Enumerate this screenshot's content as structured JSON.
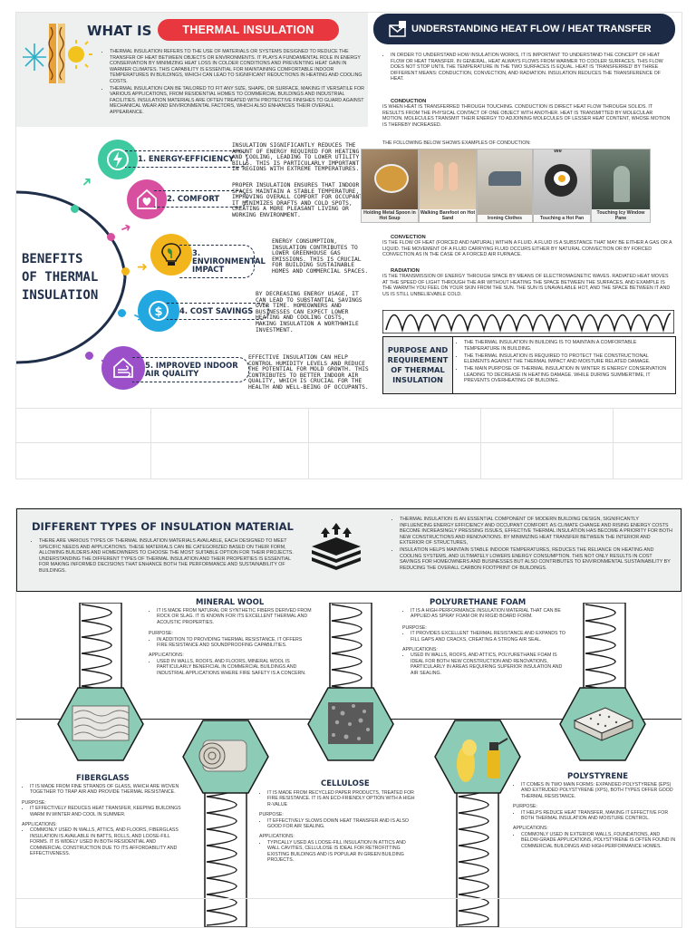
{
  "what": {
    "title_prefix": "WHAT IS",
    "title_pill": "THERMAL INSULATION",
    "para1": "THERMAL INSULATION REFERS TO THE USE OF MATERIALS OR SYSTEMS DESIGNED TO REDUCE THE TRANSFER OF HEAT BETWEEN OBJECTS OR ENVIRONMENTS. IT PLAYS A FUNDAMENTAL ROLE IN ENERGY CONSERVATION BY MINIMIZING HEAT LOSS IN COLDER CONDITIONS AND PREVENTING HEAT GAIN IN WARMER CLIMATES. THIS CAPABILITY IS ESSENTIAL FOR MAINTAINING COMFORTABLE INDOOR TEMPERATURES IN BUILDINGS, WHICH CAN LEAD TO SIGNIFICANT REDUCTIONS IN HEATING AND COOLING COSTS.",
    "para2": "THERMAL INSULATION CAN BE TAILORED TO FIT ANY SIZE, SHAPE, OR SURFACE, MAKING IT VERSATILE FOR VARIOUS APPLICATIONS, FROM RESIDENTIAL HOMES TO COMMERCIAL BUILDINGS AND INDUSTRIAL FACILITIES. INSULATION MATERIALS ARE OFTEN TREATED WITH PROTECTIVE FINISHES TO GUARD AGAINST MECHANICAL WEAR AND ENVIRONMENTAL FACTORS, WHICH ALSO ENHANCES THEIR OVERALL APPEARANCE."
  },
  "benefits": {
    "hub_title": "BENEFITS OF THERMAL INSULATION",
    "items": [
      {
        "label": "1. ENERGY-EFFICIENCY",
        "desc": "INSULATION SIGNIFICANTLY REDUCES THE AMOUNT OF ENERGY REQUIRED FOR HEATING AND COOLING, LEADING TO LOWER UTILITY BILLS. THIS IS PARTICULARLY IMPORTANT IN REGIONS WITH EXTREME TEMPERATURES.",
        "color": "#3ec9a0"
      },
      {
        "label": "2. COMFORT",
        "desc": "PROPER INSULATION ENSURES THAT INDOOR SPACES MAINTAIN A STABLE TEMPERATURE, IMPROVING OVERALL COMFORT FOR OCCUPANTS. IT MINIMIZES DRAFTS AND COLD SPOTS, CREATING A MORE PLEASANT LIVING OR WORKING ENVIRONMENT.",
        "color": "#d94fa0"
      },
      {
        "label": "3. ENVIRONMENTAL IMPACT",
        "desc": "ENERGY CONSUMPTION, INSULATION CONTRIBUTES TO LOWER GREENHOUSE GAS EMISSIONS. THIS IS CRUCIAL FOR BUILDING SUSTAINABLE HOMES AND COMMERCIAL SPACES.",
        "color": "#f2b61c"
      },
      {
        "label": "4. COST SAVINGS",
        "desc": "BY DECREASING ENERGY USAGE, IT CAN LEAD TO SUBSTANTIAL SAVINGS OVER TIME. HOMEOWNERS AND BUSINESSES CAN EXPECT LOWER HEATING AND COOLING COSTS, MAKING INSULATION A WORTHWHILE INVESTMENT.",
        "color": "#22a7e0"
      },
      {
        "label": "5. IMPROVED INDOOR AIR QUALITY",
        "desc": "EFFECTIVE INSULATION CAN HELP CONTROL HUMIDITY LEVELS AND REDUCE THE POTENTIAL FOR MOLD GROWTH. THIS CONTRIBUTES TO BETTER INDOOR AIR QUALITY, WHICH IS CRUCIAL FOR THE HEALTH AND WELL-BEING OF OCCUPANTS.",
        "color": "#9b4fc8"
      }
    ]
  },
  "heatflow": {
    "title": "UNDERSTANDING  HEAT FLOW /  HEAT TRANSFER",
    "intro": "IN ORDER TO UNDERSTAND HOW INSULATION WORKS, IT IS IMPORTANT TO UNDERSTAND THE CONCEPT OF HEAT FLOW OR HEAT TRANSFER. IN GENERAL, HEAT ALWAYS FLOWS FROM WARMER TO COOLER SURFACES. THIS FLOW DOES NOT STOP UNTIL THE TEMPERATURE IN THE TWO SURFACES IS EQUAL. HEAT IS 'TRANSFERRED' BY THREE DIFFERENT MEANS: CONDUCTION, CONVECTION, AND RADIATION. INSULATION REDUCES THE TRANSFERENCE OF HEAT.",
    "conduction_h": "CONDUCTION",
    "conduction": "IS WHEN HEAT IS TRANSFERRED THROUGH TOUCHING. CONDUCTION IS DIRECT HEAT FLOW THROUGH SOLIDS. IT RESULTS FROM THE PHYSICAL CONTACT OF ONE OBJECT WITH ANOTHER. HEAT IS TRANSMITTED BY MOLECULAR MOTION. MOLECULES TRANSMIT THEIR ENERGY TO ADJOINING MOLECULES OF LESSER HEAT CONTENT, WHOSE MOTION IS THEREBY INCREASED.",
    "examples_h": "THE FOLLOWING BELOW SHOWS EXAMPLES OF CONDUCTION:",
    "examples": [
      "Holding Metal Spoon in Hot Soup",
      "Walking Barefoot on Hot Sand",
      "Ironing Clothes",
      "Touching a Hot Pan",
      "Touching Icy Window Pane"
    ],
    "example_overlay": "We",
    "convection_h": "CONVECTION",
    "convection": "IS THE FLOW OF HEAT (FORCED AND NATURAL) WITHIN A FLUID. A FLUID IS A SUBSTANCE THAT MAY BE EITHER A GAS OR A LIQUID. THE MOVEMENT OF A FLUID CARRYING FLUID OCCURS EITHER BY NATURAL CONVECTION OR BY FORCED CONVECTION AS IN THE CASE OF A FORCED AIR FURNACE.",
    "radiation_h": "RADIATION",
    "radiation": "IS THE TRANSMISSION OF ENERGY THROUGH SPACE BY MEANS OF ELECTROMAGNETIC WAVES. RADIATED HEAT MOVES AT THE SPEED OF LIGHT THROUGH THE AIR WITHOUT HEATING THE SPACE BETWEEN THE SURFACES. AND EXAMPLE IS THE WARMTH YOU FEEL ON YOUR SKIN FROM THE SUN. THE SUN IS UNAVAILABLE HOT, AND THE SPACE BETWEEN IT AND US IS STILL UNBELIEVABLE COLD."
  },
  "purpose": {
    "title": "PURPOSE AND REQUIREMENT OF THERMAL INSULATION",
    "points": [
      "THE THERMAL INSULATION IN BUILDING IS TO MAINTAIN A COMFORTABLE TEMPERATURE IN BUILDING.",
      "THE THERMAL INSULATION IS REQUIRED TO PROTECT THE CONSTRUCTIONAL ELEMENTS AGAINST THE THERMAL IMPACT AND MOISTURE RELATED DAMAGE.",
      "THE MAIN PURPOSE OF THERMAL INSULATION IN WINTER IS ENERGY CONSERVATION LEADING TO DECREASE IN HEATING DAMAGE. WHILE DURING SUMMERTIME, IT PREVENTS OVERHEATING OF BUILDING."
    ]
  },
  "types": {
    "title": "DIFFERENT TYPES OF INSULATION MATERIAL",
    "intro": "THERE ARE VARIOUS TYPES OF THERMAL INSULATION MATERIALS AVAILABLE, EACH DESIGNED TO MEET SPECIFIC NEEDS AND APPLICATIONS. THESE MATERIALS CAN BE CATEGORIZED BASED ON THEIR FORM, ALLOWING BUILDERS AND HOMEOWNERS TO CHOOSE THE MOST SUITABLE OPTION FOR THEIR PROJECTS. UNDERSTANDING THE DIFFERENT TYPES OF THERMAL INSULATION AND THEIR PROPERTIES IS ESSENTIAL FOR MAKING INFORMED DECISIONS THAT ENHANCE BOTH THE PERFORMANCE AND SUSTAINABILITY OF BUILDINGS.",
    "right1": "THERMAL INSULATION IS AN ESSENTIAL COMPONENT OF MODERN BUILDING DESIGN, SIGNIFICANTLY INFLUENCING ENERGY EFFICIENCY AND OCCUPANT COMFORT. AS CLIMATE CHANGE AND RISING ENERGY COSTS BECOME INCREASINGLY PRESSING ISSUES, EFFECTIVE THERMAL INSULATION HAS BECOME A PRIORITY FOR BOTH NEW CONSTRUCTIONS AND RENOVATIONS. BY MINIMIZING HEAT TRANSFER BETWEEN THE INTERIOR AND EXTERIOR OF STRUCTURES,",
    "right2": "INSULATION HELPS MAINTAIN STABLE INDOOR TEMPERATURES, REDUCES THE RELIANCE ON HEATING AND COOLING SYSTEMS, AND ULTIMATELY LOWERS ENERGY CONSUMPTION. THIS NOT ONLY RESULTS IN COST SAVINGS FOR HOMEOWNERS AND BUSINESSES BUT ALSO CONTRIBUTES TO ENVIRONMENTAL SUSTAINABILITY BY REDUCING THE OVERALL CARBON FOOTPRINT OF BUILDINGS.",
    "materials": {
      "mineral_wool": {
        "title": "MINERAL WOOL",
        "desc": "IT IS MADE FROM NATURAL OR SYNTHETIC FIBERS DERIVED FROM ROCK OR SLAG. IT IS KNOWN FOR ITS EXCELLENT THERMAL AND ACOUSTIC PROPERTIES.",
        "purpose": "IN ADDITION TO PROVIDING THERMAL RESISTANCE, IT OFFERS FIRE RESISTANCE AND SOUNDPROOFING CAPABILITIES.",
        "apps": "USED IN WALLS, ROOFS, AND FLOORS, MINERAL WOOL IS PARTICULARLY BENEFICIAL IN COMMERCIAL BUILDINGS AND INDUSTRIAL APPLICATIONS WHERE FIRE SAFETY IS A CONCERN."
      },
      "polyurethane": {
        "title": "POLYURETHANE FOAM",
        "desc": "IT IS A HIGH-PERFORMANCE INSULATION MATERIAL THAT CAN BE APPLIED AS SPRAY FOAM OR IN RIGID BOARD FORM.",
        "purpose": "IT PROVIDES EXCELLENT THERMAL RESISTANCE AND EXPANDS TO FILL GAPS AND CRACKS, CREATING A STRONG AIR SEAL.",
        "apps": "USED IN WALLS, ROOFS, AND ATTICS, POLYURETHANE FOAM IS IDEAL FOR BOTH NEW CONSTRUCTION AND RENOVATIONS, PARTICULARLY IN AREAS REQUIRING SUPERIOR INSULATION AND AIR SEALING."
      },
      "fiberglass": {
        "title": "FIBERGLASS",
        "desc": "IT IS MADE FROM FINE STRANDS OF GLASS, WHICH ARE WOVEN TOGETHER TO TRAP AIR AND PROVIDE THERMAL RESISTANCE.",
        "purpose": "IT EFFECTIVELY REDUCES HEAT TRANSFER, KEEPING BUILDINGS WARM IN WINTER AND COOL IN SUMMER.",
        "apps": "COMMONLY USED IN WALLS, ATTICS, AND FLOORS, FIBERGLASS INSULATION IS AVAILABLE IN BATTS, ROLLS, AND LOOSE-FILL FORMS. IT IS WIDELY USED IN BOTH RESIDENTIAL AND COMMERCIAL CONSTRUCTION DUE TO ITS AFFORDABILITY AND EFFECTIVENESS."
      },
      "cellulose": {
        "title": "CELLULOSE",
        "desc": "IT IS MADE FROM RECYCLED PAPER PRODUCTS, TREATED FOR FIRE RESISTANCE. IT IS AN ECO-FRIENDLY OPTION WITH A HIGH R-VALUE",
        "purpose": "IT EFFECTIVELY SLOWS DOWN HEAT TRANSFER AND IS ALSO GOOD FOR AIR SEALING.",
        "apps": "TYPICALLY USED AS LOOSE-FILL INSULATION IN ATTICS AND WALL CAVITIES, CELLULOSE IS IDEAL FOR RETROFITTING EXISTING BUILDINGS AND IS POPULAR IN GREEN BUILDING PROJECTS."
      },
      "polystyrene": {
        "title": "POLYSTYRENE",
        "desc": "IT COMES IN TWO MAIN FORMS: EXPANDED POLYSTYRENE (EPS) AND EXTRUDED POLYSTYRENE (XPS), BOTH TYPES OFFER GOOD THERMAL RESISTANCE.",
        "purpose": "IT HELPS REDUCE HEAT TRANSFER, MAKING IT EFFECTIVE FOR BOTH THERMAL INSULATION AND MOISTURE CONTROL.",
        "apps": "COMMONLY USED IN EXTERIOR WALLS, FOUNDATIONS, AND BELOW-GRADE APPLICATIONS, POLYSTYRENE IS OFTEN FOUND IN COMMERCIAL BUILDINGS AND HIGH-PERFORMANCE HOMES."
      }
    },
    "purpose_lbl": "PURPOSE:",
    "apps_lbl": "APPLICATIONS:"
  },
  "colors": {
    "navy": "#1c2a45",
    "red": "#e8373e",
    "mint": "#8ccbb5",
    "panel": "#eef0ef"
  }
}
